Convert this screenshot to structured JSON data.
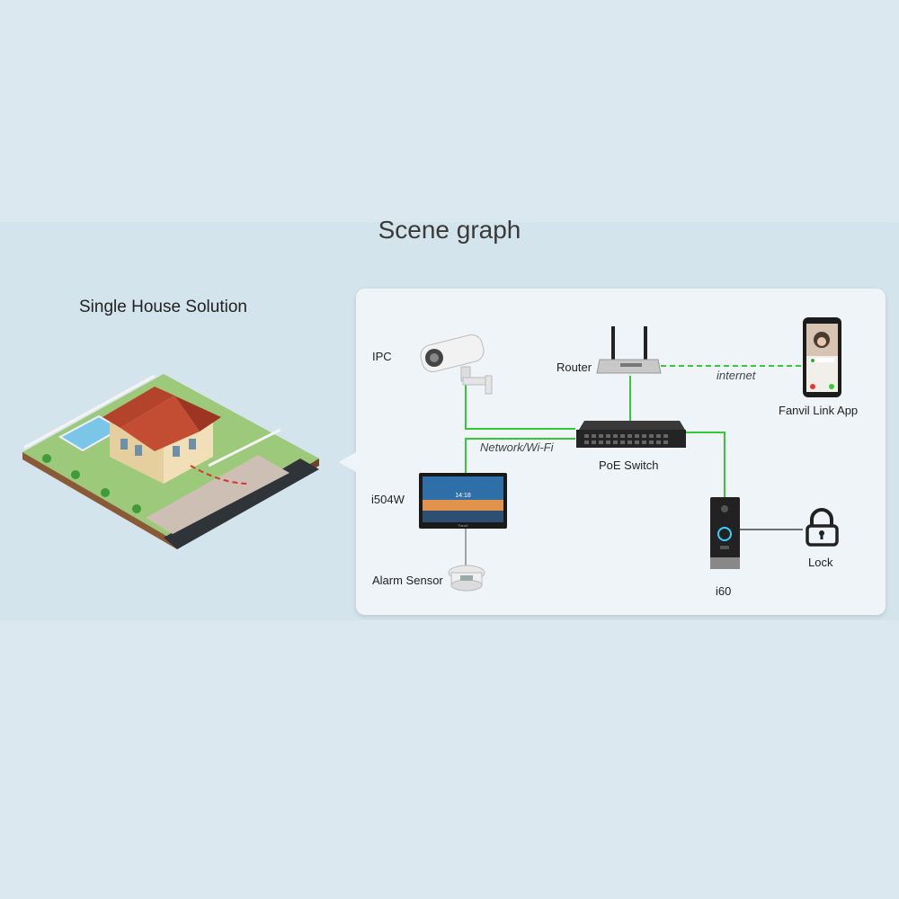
{
  "page": {
    "title": "Scene graph",
    "subtitle": "Single House Solution"
  },
  "devices": {
    "ipc": "IPC",
    "router": "Router",
    "app": "Fanvil Link App",
    "switch": "PoE Switch",
    "indoor": "i504W",
    "alarm": "Alarm Sensor",
    "doorphone": "i60",
    "lock": "Lock",
    "monitor_time": "14:18",
    "brand": "Fanvil"
  },
  "links": {
    "internet": "internet",
    "network": "Network/Wi-Fi"
  },
  "colors": {
    "link_green": "#37c837",
    "background": "#dce8ef",
    "panel": "#eef4f8"
  }
}
